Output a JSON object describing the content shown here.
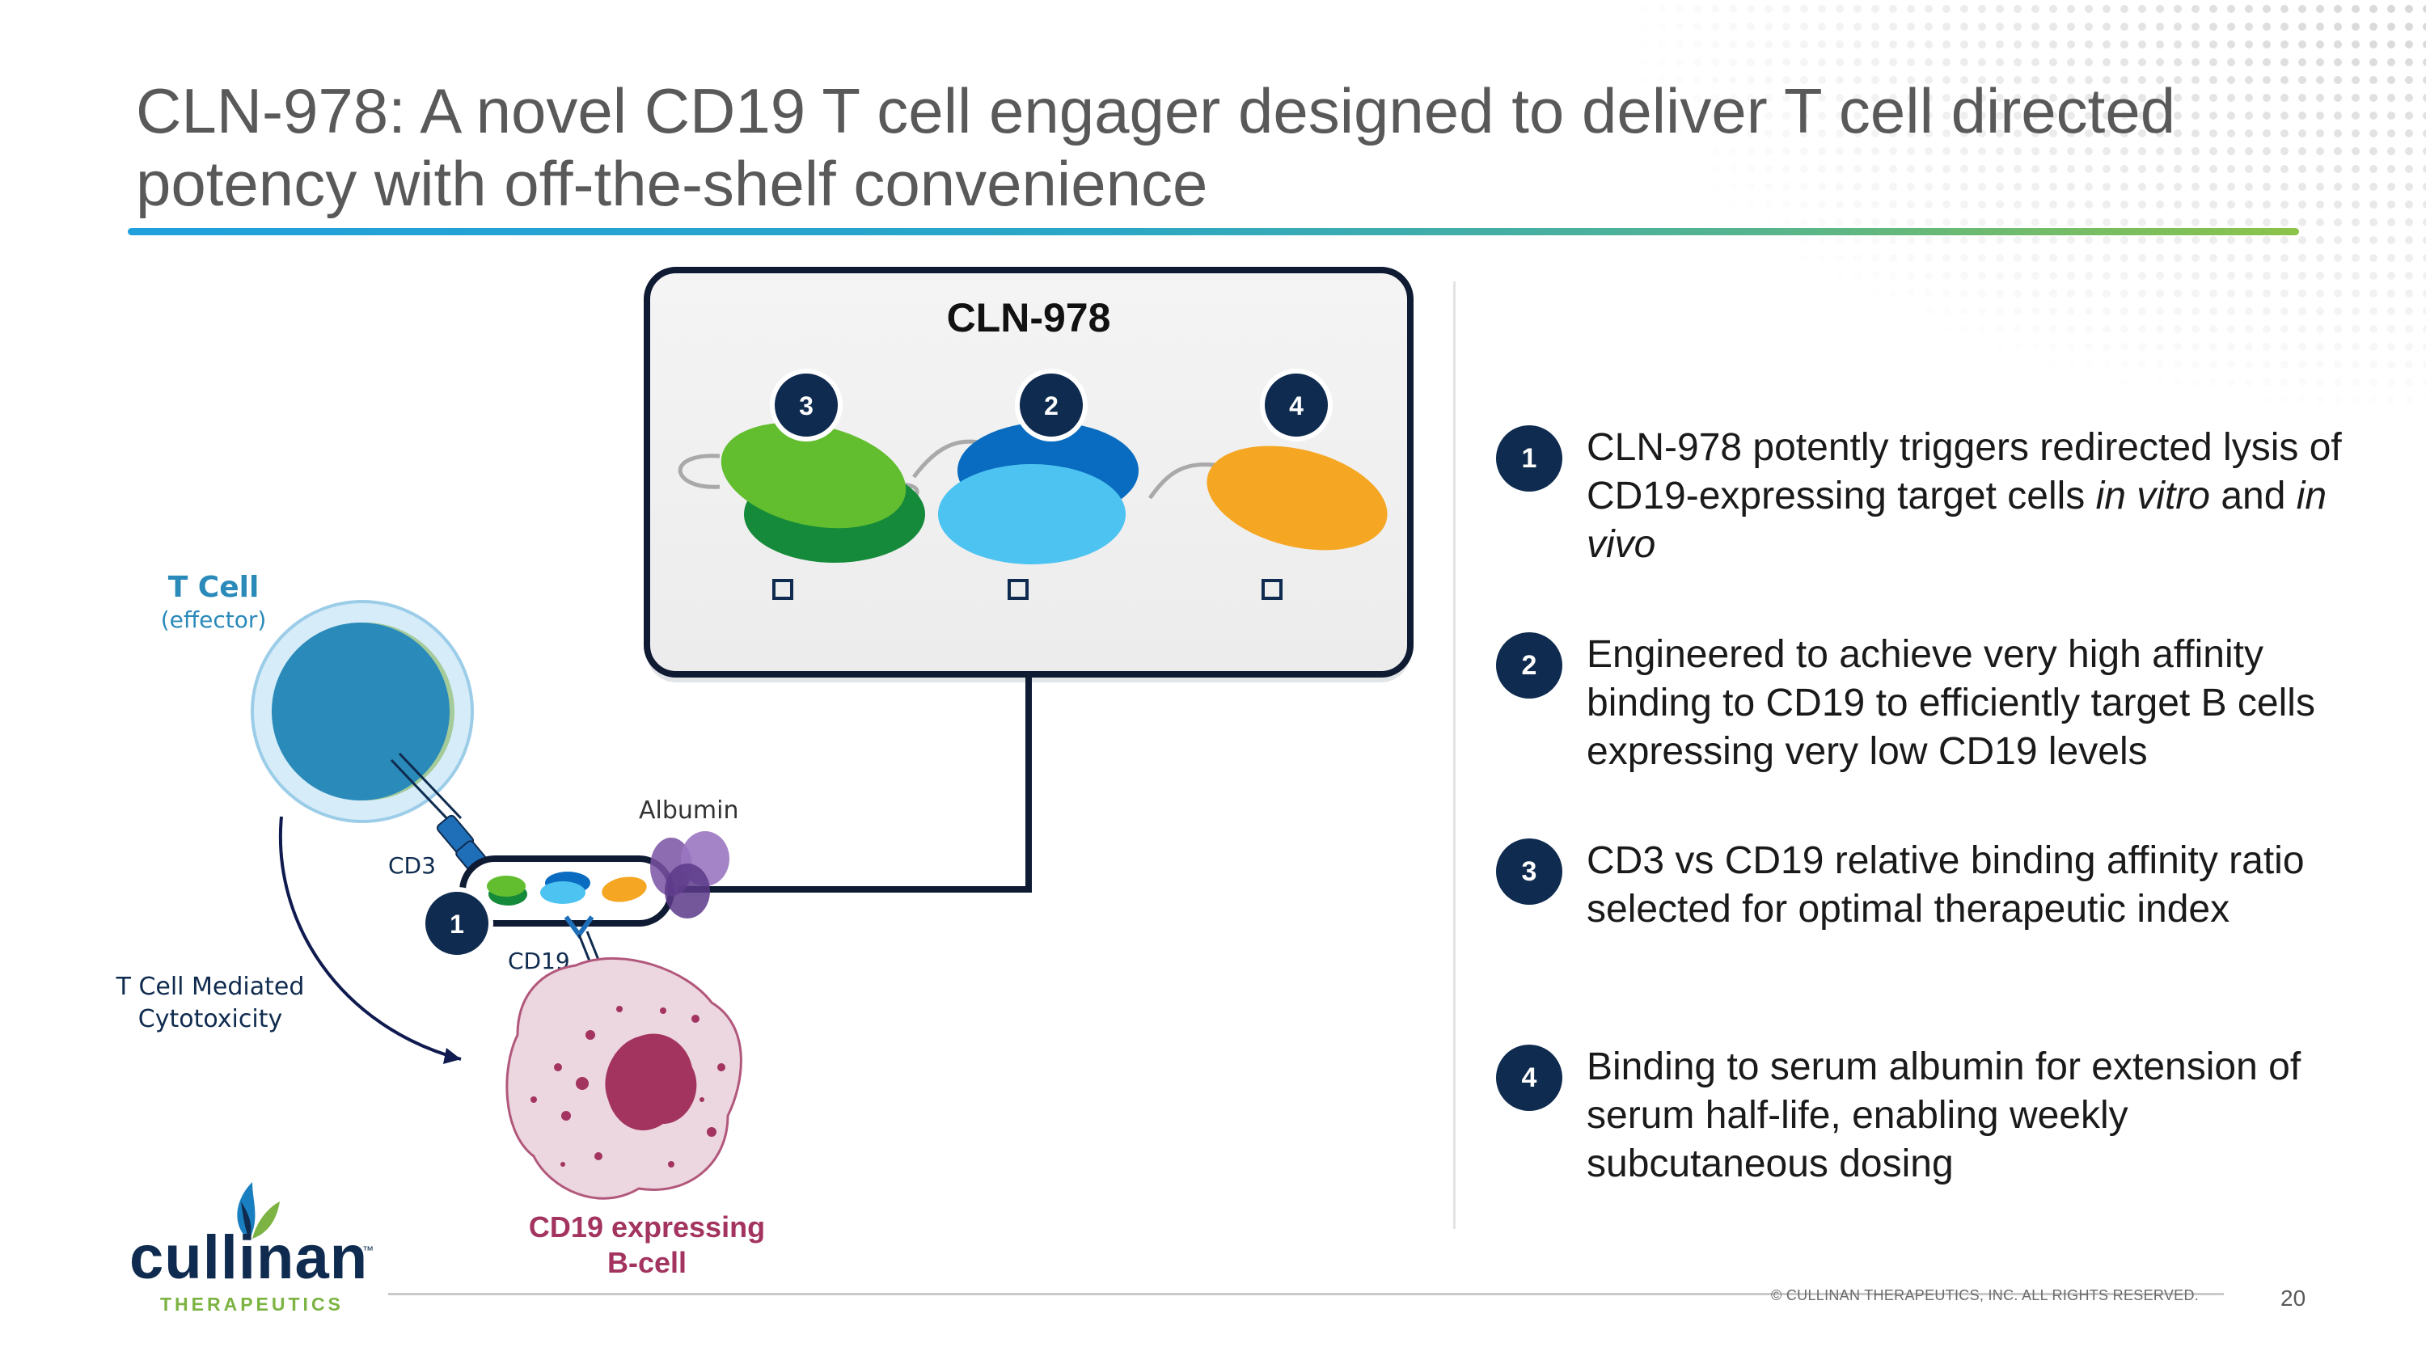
{
  "title": "CLN-978: A novel CD19 T cell engager designed to deliver T cell directed potency with off-the-shelf convenience",
  "diagram": {
    "molecule_title": "CLN-978",
    "domain_markers": [
      "3",
      "2",
      "4"
    ],
    "t_cell_label": "T Cell",
    "t_cell_sublabel": "(effector)",
    "cd3_label": "CD3",
    "cd19_label": "CD19",
    "albumin_label": "Albumin",
    "callout_number": "1",
    "arrow_label_line1": "T Cell Mediated",
    "arrow_label_line2": "Cytotoxicity",
    "b_cell_label_line1": "CD19 expressing",
    "b_cell_label_line2": "B-cell"
  },
  "points": [
    {
      "number": "1",
      "parts": [
        {
          "text": "CLN-978 potently triggers redirected lysis of CD19-expressing target cells ",
          "italic": false
        },
        {
          "text": "in vitro",
          "italic": true
        },
        {
          "text": " and ",
          "italic": false
        },
        {
          "text": "in vivo",
          "italic": true
        }
      ]
    },
    {
      "number": "2",
      "parts": [
        {
          "text": "Engineered to achieve very high affinity binding to CD19 to efficiently target B cells expressing very low CD19 levels",
          "italic": false
        }
      ]
    },
    {
      "number": "3",
      "parts": [
        {
          "text": "CD3 vs CD19 relative binding affinity ratio selected for optimal therapeutic index",
          "italic": false
        }
      ]
    },
    {
      "number": "4",
      "parts": [
        {
          "text": "Binding to serum albumin for extension of serum half-life, enabling weekly subcutaneous dosing",
          "italic": false
        }
      ]
    }
  ],
  "footer": {
    "copyright": "© CULLINAN THERAPEUTICS, INC. ALL RIGHTS RESERVED.",
    "page_number": "20"
  },
  "logo": {
    "wordmark": "cullinan",
    "tagline": "THERAPEUTICS",
    "trademark": "™"
  },
  "colors": {
    "navy": "#0f2b4f",
    "t_cell_blue": "#2a8ab9",
    "b_cell_magenta": "#a3345f",
    "green_light": "#62be2e",
    "green_dark": "#158a3a",
    "blue_dark": "#0a6cc0",
    "blue_light": "#4dc3f2",
    "orange": "#f5a623",
    "albumin_purple": "#7a52a3"
  }
}
